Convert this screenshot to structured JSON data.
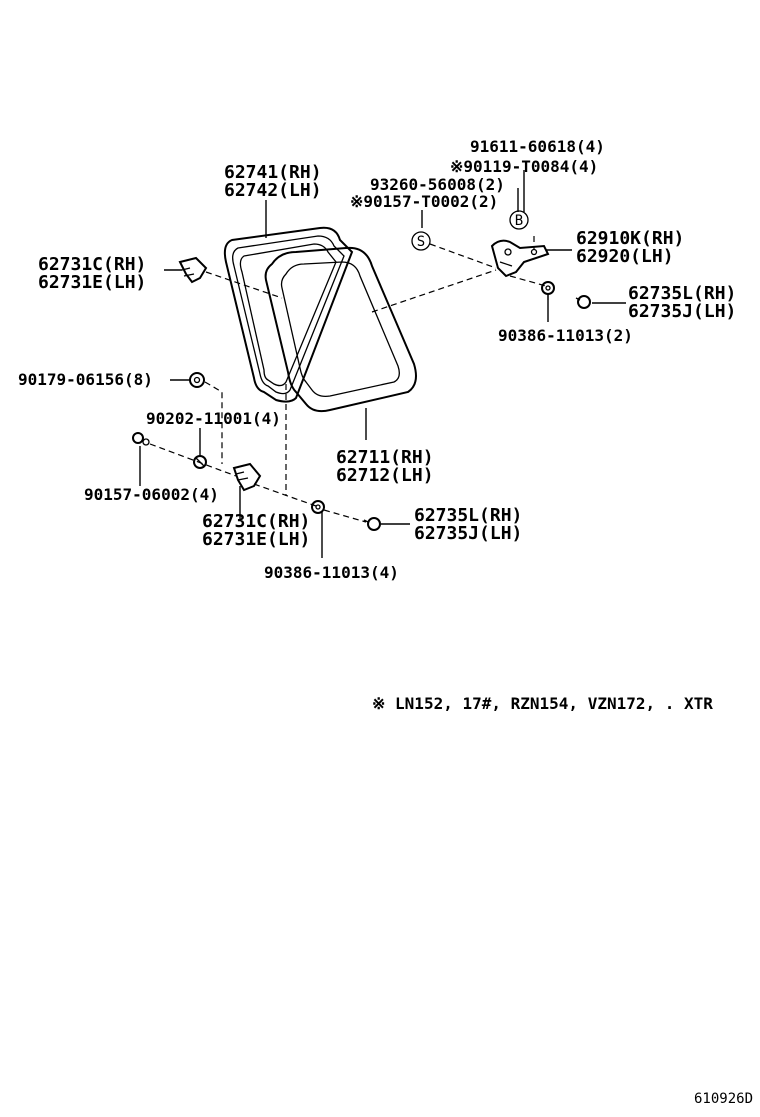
{
  "labels": {
    "p91611": "91611-60618(4)",
    "p90119": "※90119-T0084(4)",
    "p93260": "93260-56008(2)",
    "p90157t": "※90157-T0002(2)",
    "p62741": "62741(RH)",
    "p62742": "62742(LH)",
    "p62910k": "62910K(RH)",
    "p62920": "62920(LH)",
    "p62731c_top": "62731C(RH)",
    "p62731e_top": "62731E(LH)",
    "p62735l_top": "62735L(RH)",
    "p62735j_top": "62735J(LH)",
    "p90386_2": "90386-11013(2)",
    "p90179": "90179-06156(8)",
    "p90202": "90202-11001(4)",
    "p62711": "62711(RH)",
    "p62712": "62712(LH)",
    "p90157_06002": "90157-06002(4)",
    "p62731c_bot": "62731C(RH)",
    "p62731e_bot": "62731E(LH)",
    "p62735l_bot": "62735L(RH)",
    "p62735j_bot": "62735J(LH)",
    "p90386_4": "90386-11013(4)"
  },
  "markers": {
    "S": "S",
    "B": "B"
  },
  "footnote": "※ LN152, 17#, RZN154, VZN172, . XTR",
  "diagram_code": "610926D"
}
